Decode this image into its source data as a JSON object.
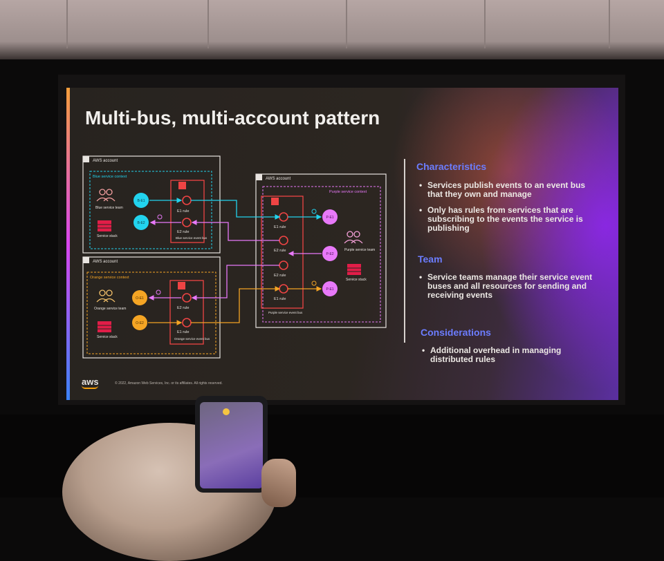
{
  "title": "Multi-bus, multi-account pattern",
  "diagram": {
    "blue_account": {
      "account_label": "AWS account",
      "context_label": "Blue service context",
      "events": [
        "B-E1",
        "B-E2"
      ],
      "rules": [
        "E1 rule",
        "E2 rule"
      ],
      "team_label": "Blue service team",
      "stack_label": "Service stack",
      "bus_label": "Blue service event bus"
    },
    "orange_account": {
      "account_label": "AWS account",
      "context_label": "Orange service context",
      "events": [
        "O-E1",
        "O-E2"
      ],
      "rules": [
        "E2 rule",
        "E1 rule"
      ],
      "team_label": "Orange service team",
      "stack_label": "Service stack",
      "bus_label": "Orange service event bus"
    },
    "purple_account": {
      "account_label": "AWS account",
      "context_label": "Purple service context",
      "events": [
        "P-E1",
        "P-E2",
        "P-E1"
      ],
      "rules": [
        "E1 rule",
        "E2 rule",
        "E2 rule",
        "E1 rule"
      ],
      "team_label": "Purple service team",
      "stack_label": "Service stack",
      "bus_label": "Purple service event bus"
    },
    "colors": {
      "blue": "#22d3ee",
      "orange": "#f5a524",
      "purple": "#e879f9",
      "rule": "#ef4444"
    }
  },
  "sections": [
    {
      "heading": "Characteristics",
      "bullets": [
        "Services publish events to an event bus that they own and manage",
        "Only has rules from services that are subscribing to the events the service is publishing"
      ]
    },
    {
      "heading": "Team",
      "bullets": [
        "Service teams manage their service event buses and all resources for sending and receiving events"
      ]
    },
    {
      "heading": "Considerations",
      "bullets": [
        "Additional overhead in managing distributed rules"
      ]
    }
  ],
  "footer": {
    "logo": "aws",
    "copyright": "© 2022, Amazon Web Services, Inc. or its affiliates. All rights reserved."
  }
}
